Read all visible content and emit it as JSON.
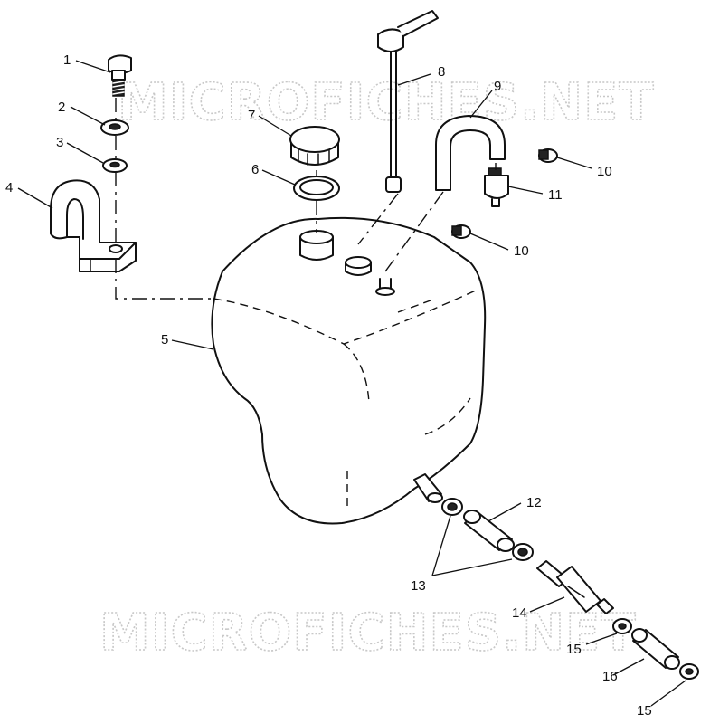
{
  "diagram": {
    "callouts": {
      "c1": "1",
      "c2": "2",
      "c3": "3",
      "c4": "4",
      "c5": "5",
      "c6": "6",
      "c7": "7",
      "c8": "8",
      "c9": "9",
      "c10a": "10",
      "c10b": "10",
      "c11": "11",
      "c12": "12",
      "c13": "13",
      "c14": "14",
      "c15a": "15",
      "c15b": "15",
      "c16": "16"
    },
    "watermark": {
      "top": "MICROFICHES.NET",
      "bottom": "MICROFICHES.NET"
    }
  }
}
